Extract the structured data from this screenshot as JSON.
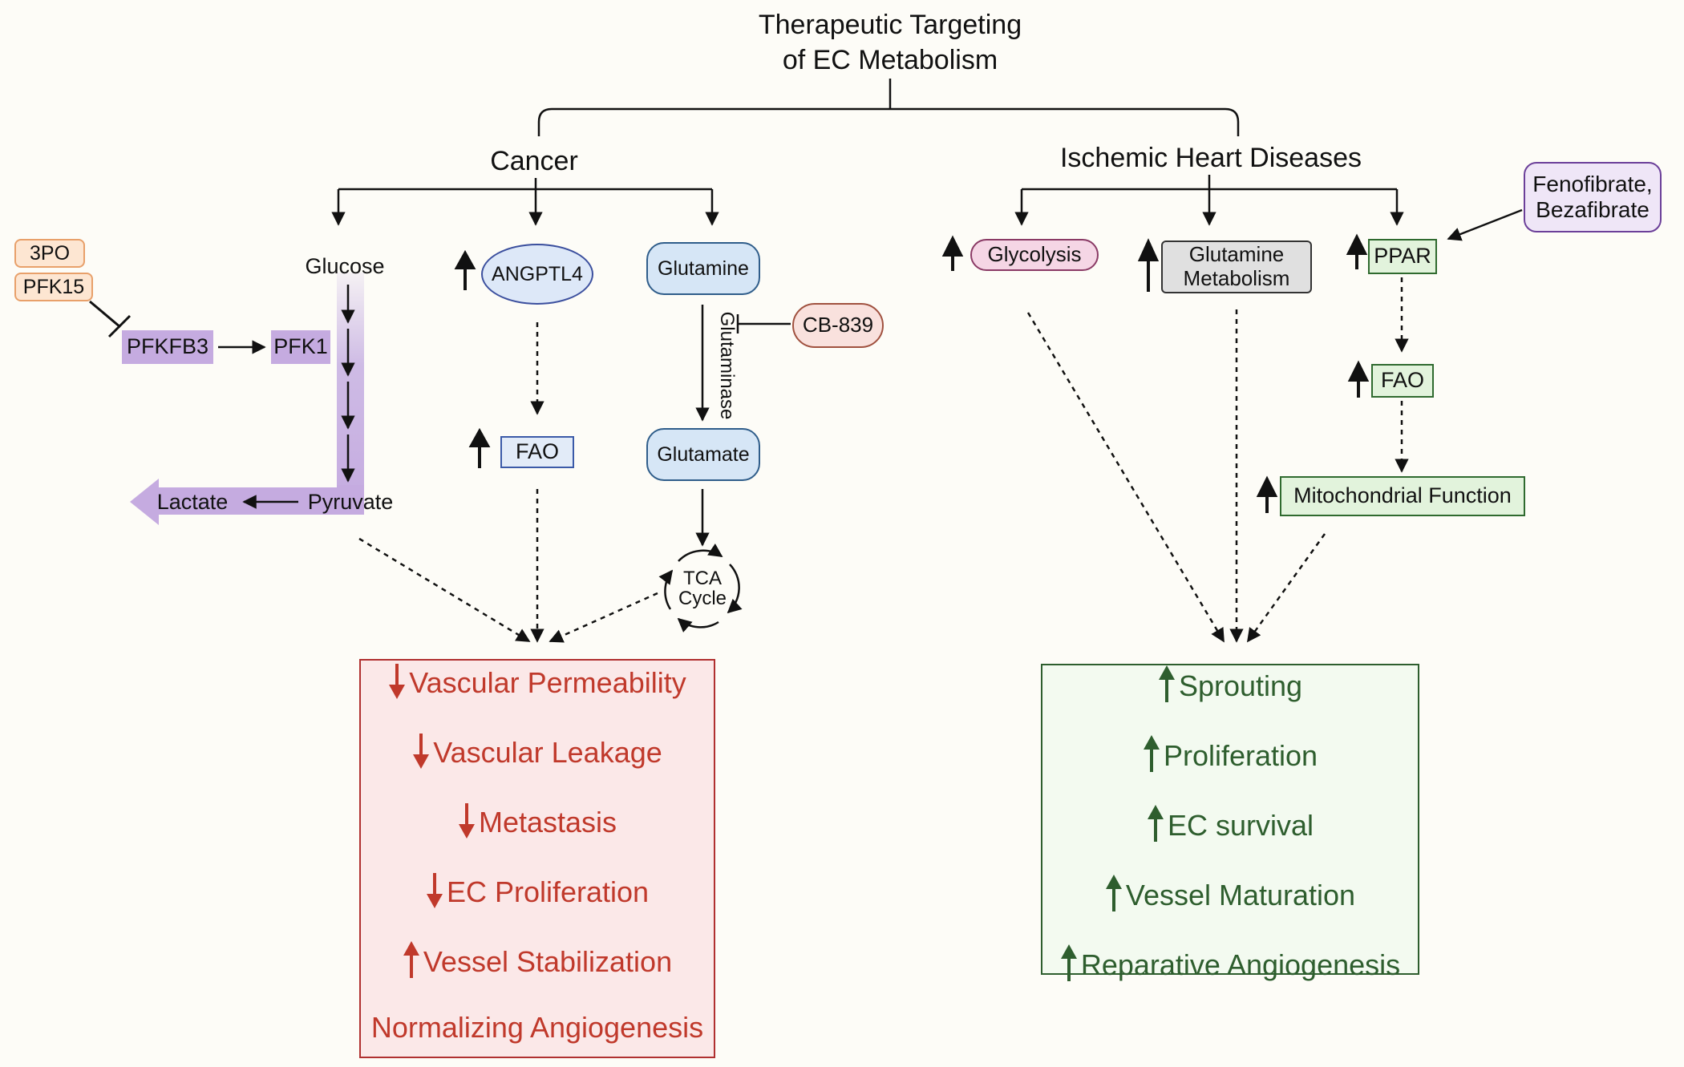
{
  "title_line1": "Therapeutic Targeting",
  "title_line2": "of EC Metabolism",
  "cancer": {
    "heading": "Cancer",
    "inhibitor_3po": "3PO",
    "inhibitor_pfk15": "PFK15",
    "pfkfb3": "PFKFB3",
    "pfk1": "PFK1",
    "glucose": "Glucose",
    "pyruvate": "Pyruvate",
    "lactate": "Lactate",
    "angptl4": "ANGPTL4",
    "fao": "FAO",
    "glutamine": "Glutamine",
    "glutaminase": "Glutaminase",
    "cb839": "CB-839",
    "glutamate": "Glutamate",
    "tca_line1": "TCA",
    "tca_line2": "Cycle",
    "outcomes": [
      {
        "direction": "down",
        "text": "Vascular Permeability"
      },
      {
        "direction": "down",
        "text": "Vascular Leakage"
      },
      {
        "direction": "down",
        "text": "Metastasis"
      },
      {
        "direction": "down",
        "text": "EC Proliferation"
      },
      {
        "direction": "up",
        "text": "Vessel Stabilization"
      },
      {
        "direction": "none",
        "text": "Normalizing Angiogenesis"
      }
    ],
    "outcome_color": "#c0392b"
  },
  "ihd": {
    "heading": "Ischemic Heart Diseases",
    "glycolysis": "Glycolysis",
    "glutamine_met_line1": "Glutamine",
    "glutamine_met_line2": "Metabolism",
    "ppar": "PPAR",
    "drug_line1": "Fenofibrate,",
    "drug_line2": "Bezafibrate",
    "fao": "FAO",
    "mito": "Mitochondrial Function",
    "outcomes": [
      {
        "direction": "up",
        "text": "Sprouting"
      },
      {
        "direction": "up",
        "text": "Proliferation"
      },
      {
        "direction": "up",
        "text": "EC survival"
      },
      {
        "direction": "up",
        "text": "Vessel Maturation"
      },
      {
        "direction": "up",
        "text": "Reparative Angiogenesis"
      }
    ],
    "outcome_color": "#2e5e2e"
  }
}
